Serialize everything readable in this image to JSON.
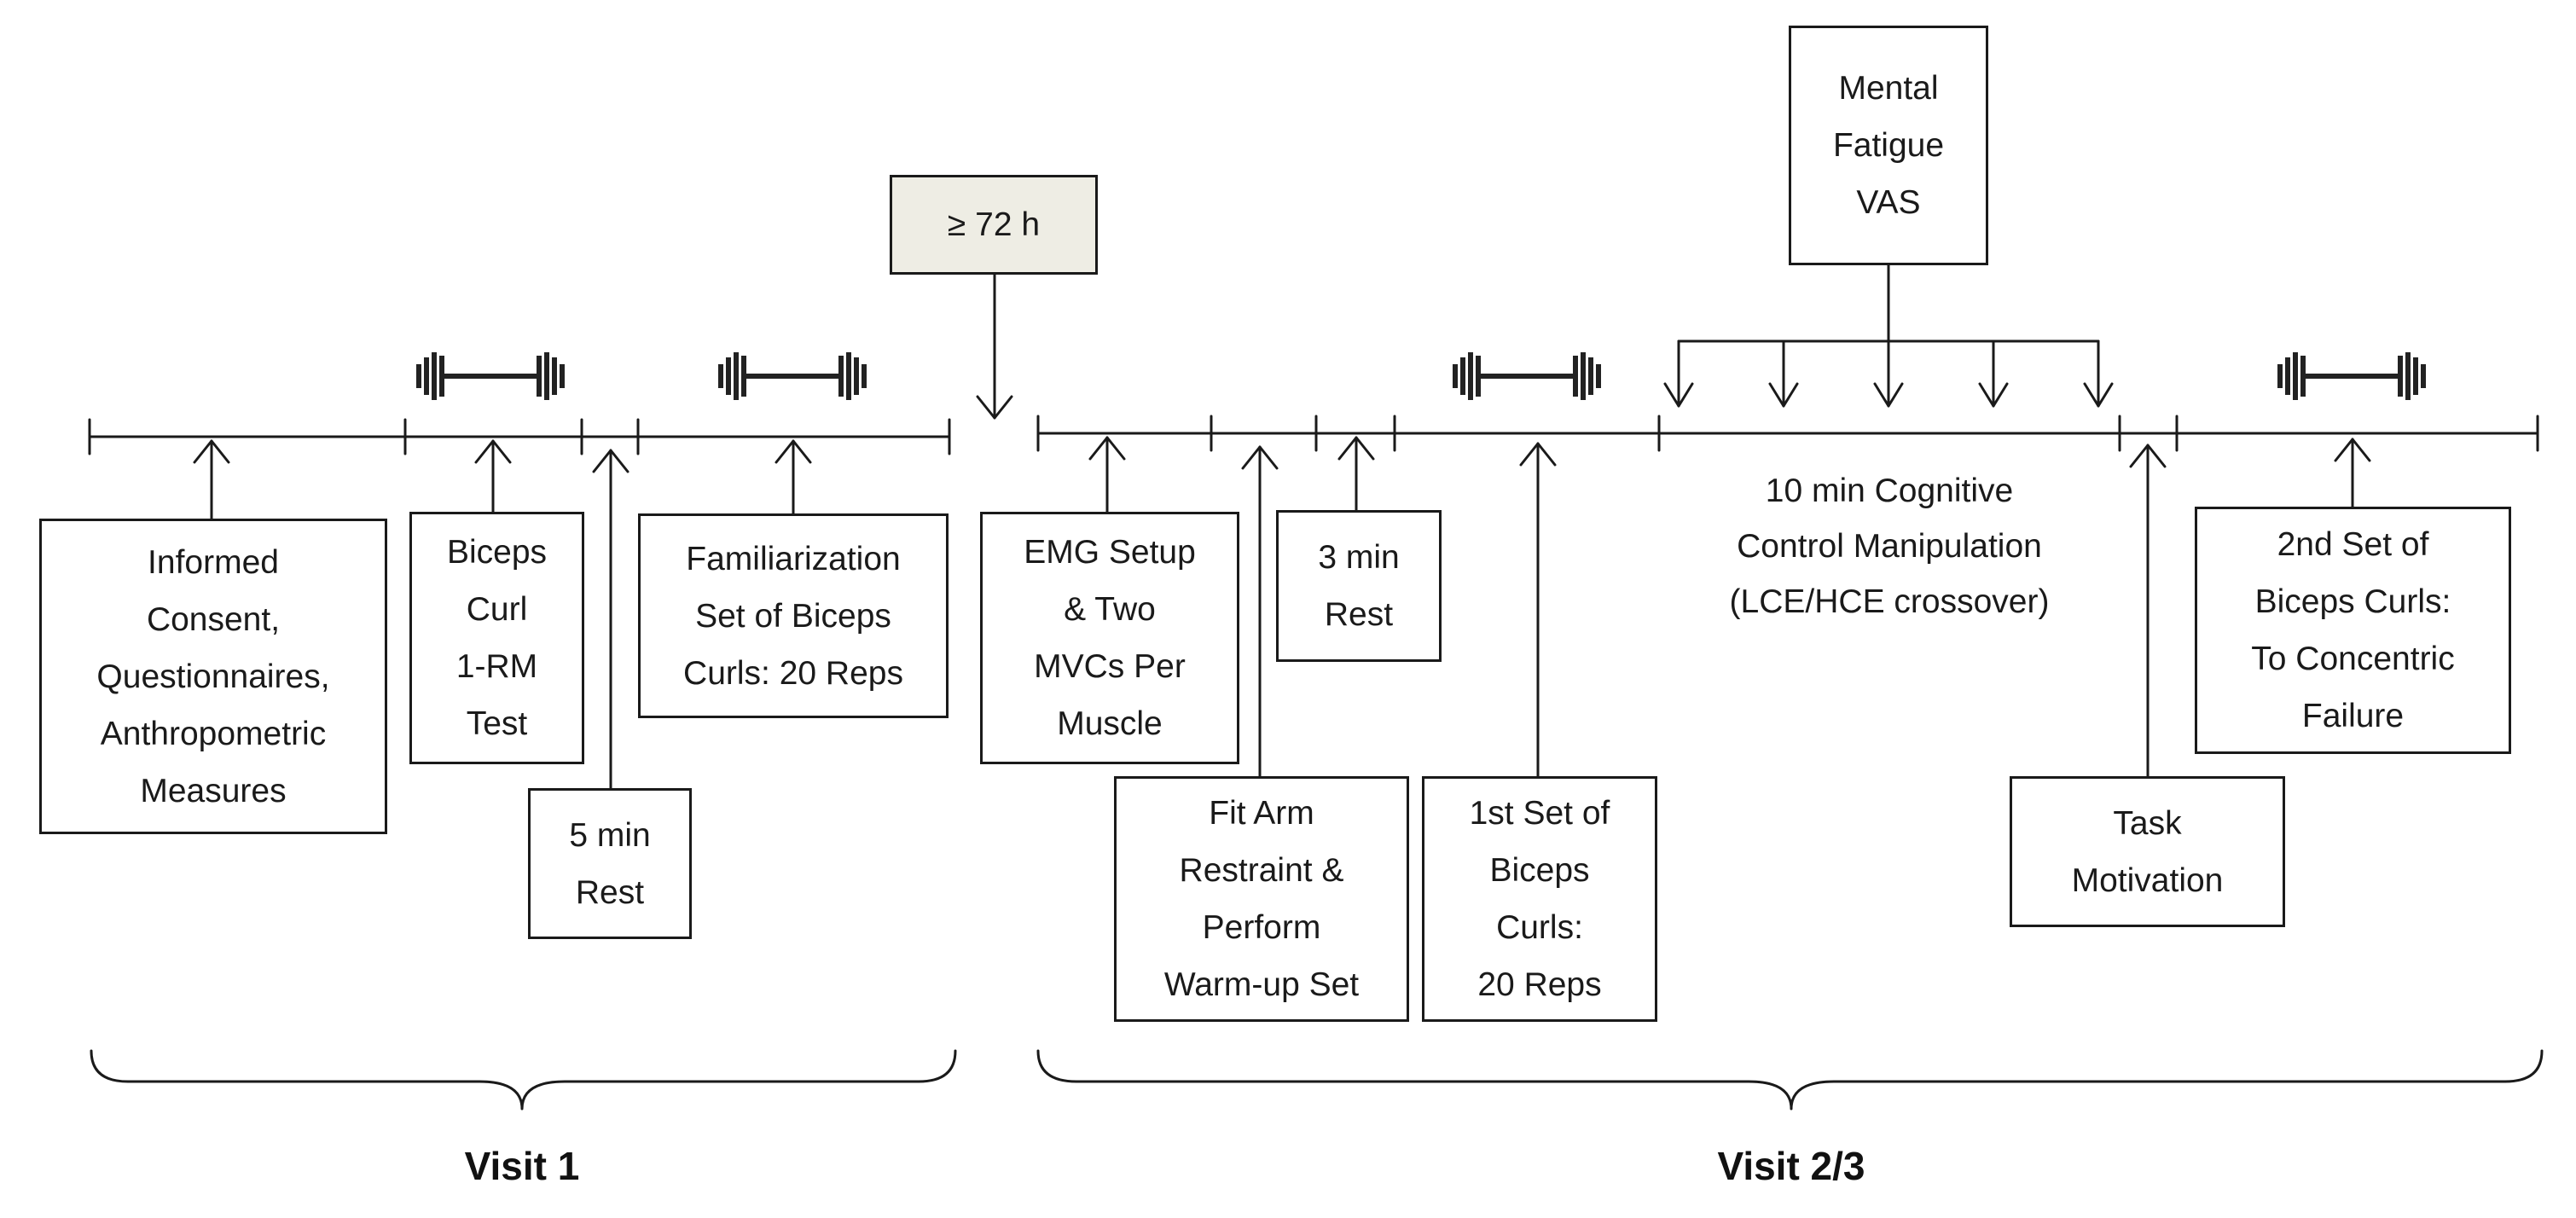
{
  "gap_label": "≥ 72 h",
  "visit1": {
    "label": "Visit 1",
    "steps": [
      {
        "id": "consent",
        "lines": [
          "Informed",
          "Consent,",
          "Questionnaires,",
          "Anthropometric",
          "Measures"
        ]
      },
      {
        "id": "one-rm",
        "lines": [
          "Biceps",
          "Curl",
          "1-RM",
          "Test"
        ]
      },
      {
        "id": "rest-5",
        "lines": [
          "5 min",
          "Rest"
        ]
      },
      {
        "id": "familiarization",
        "lines": [
          "Familiarization",
          "Set of Biceps",
          "Curls: 20 Reps"
        ]
      }
    ]
  },
  "visit2": {
    "label": "Visit 2/3",
    "steps": [
      {
        "id": "emg",
        "lines": [
          "EMG Setup",
          "& Two",
          "MVCs Per",
          "Muscle"
        ]
      },
      {
        "id": "warmup",
        "lines": [
          "Fit Arm",
          "Restraint &",
          "Perform",
          "Warm-up Set"
        ]
      },
      {
        "id": "rest-3",
        "lines": [
          "3 min",
          "Rest"
        ]
      },
      {
        "id": "first-set",
        "lines": [
          "1st  Set of",
          "Biceps",
          "Curls:",
          "20 Reps"
        ]
      },
      {
        "id": "cognitive",
        "lines": [
          "10 min Cognitive",
          "Control Manipulation",
          "(LCE/HCE crossover)"
        ]
      },
      {
        "id": "mental-fatigue",
        "lines": [
          "Mental",
          "Fatigue",
          "VAS"
        ]
      },
      {
        "id": "motivation",
        "lines": [
          "Task",
          "Motivation"
        ]
      },
      {
        "id": "second-set",
        "lines": [
          "2nd Set of",
          "Biceps Curls:",
          "To Concentric",
          "Failure"
        ]
      }
    ]
  }
}
